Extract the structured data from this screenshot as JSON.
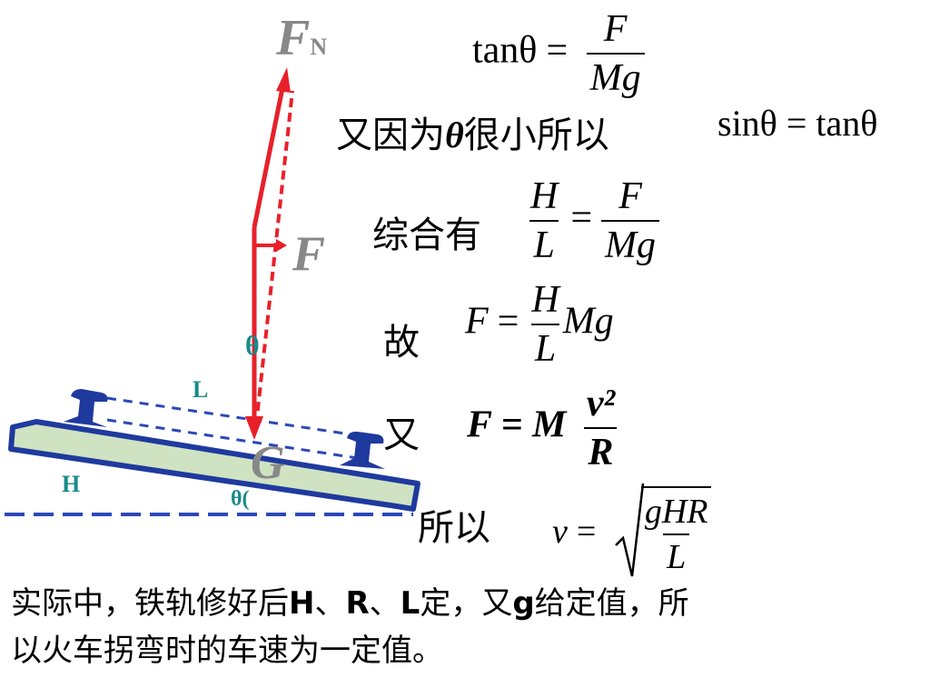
{
  "diagram": {
    "labels": {
      "fn_main": "F",
      "fn_sub": "N",
      "f": "F",
      "g": "G",
      "theta_top": "θ",
      "theta_bottom": "θ(",
      "l": "L",
      "h": "H"
    },
    "colors": {
      "force_arrow": "#e8202a",
      "rail": "#1f3a9e",
      "sleeper": "#cfe3c2",
      "dim_label": "#1a8a8a"
    }
  },
  "equations": {
    "eq1": {
      "lhs": "tanθ",
      "num": "F",
      "den": "Mg"
    },
    "eq2": {
      "prefix": "又因为",
      "bold": "θ",
      "suffix": "很小所以",
      "math": "sinθ = tanθ"
    },
    "eq3": {
      "prefix": "综合有",
      "num1": "H",
      "den1": "L",
      "num2": "F",
      "den2": "Mg"
    },
    "eq4": {
      "prefix": "故",
      "lhs": "F",
      "num": "H",
      "den": "L",
      "rhs": "Mg"
    },
    "eq5": {
      "prefix": "又",
      "lhs": "F",
      "m": "M",
      "num": "v²",
      "den": "R"
    },
    "eq6": {
      "prefix": "所以",
      "lhs": "v",
      "radicand_num": "gHR",
      "radicand_den": "L"
    }
  },
  "caption": {
    "seg1": "实际中，铁轨修好后",
    "H": "H",
    "sep1": "、",
    "R": "R",
    "sep2": "、",
    "L": "L",
    "seg2": "定，又",
    "g": "g",
    "seg3": "给定值，所",
    "line2": "以火车拐弯时的车速为一定值。"
  }
}
